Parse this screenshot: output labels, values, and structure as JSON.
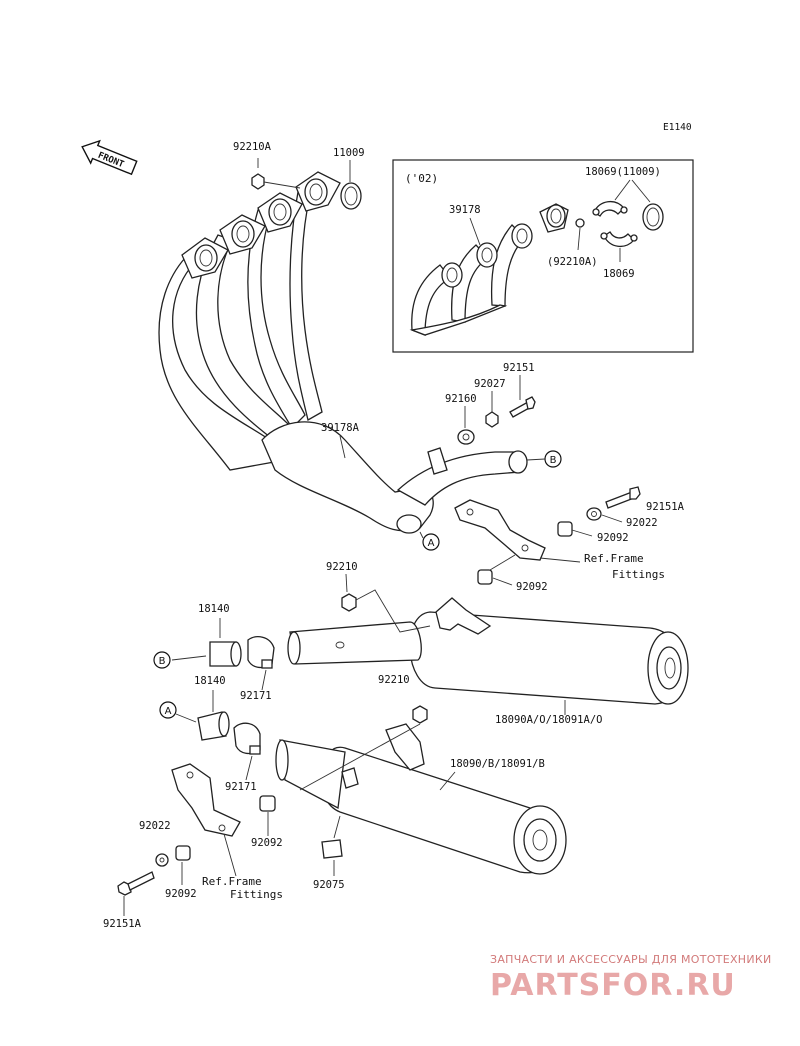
{
  "diagram_code": "E1140",
  "front_arrow_label": "FRONT",
  "inset": {
    "year_label": "('02)"
  },
  "parts": {
    "p92210A_top": "92210A",
    "p11009_top": "11009",
    "p39178A": "39178A",
    "inset_18069_11009": "18069(11009)",
    "inset_39178": "39178",
    "inset_92210A": "(92210A)",
    "inset_18069": "18069",
    "p92151": "92151",
    "p92027": "92027",
    "p92160": "92160",
    "p92151A_right": "92151A",
    "p92022_right": "92022",
    "p92092_right1": "92092",
    "p92092_right2": "92092",
    "p92210_nut": "92210",
    "p92210_pipe": "92210",
    "p18140_b": "18140",
    "p92171_b": "92171",
    "p18140_a": "18140",
    "p92171_a": "92171",
    "p18090A": "18090A/O/18091A/O",
    "p18090": "18090/B/18091/B",
    "p92022_left": "92022",
    "p92092_left1": "92092",
    "p92092_left2": "92092",
    "p92075": "92075",
    "p92151A_left": "92151A"
  },
  "ref_frame_right": {
    "line1": "Ref.Frame",
    "line2": "Fittings"
  },
  "ref_frame_left": {
    "line1": "Ref.Frame",
    "line2": "Fittings"
  },
  "callouts": {
    "a1": "A",
    "b1": "B",
    "a2": "A",
    "b2": "B"
  },
  "watermark": {
    "tagline": "ЗАПЧАСТИ И АКСЕССУАРЫ ДЛЯ МОТОТЕХНИКИ",
    "logo": "PARTSFOR.RU"
  }
}
